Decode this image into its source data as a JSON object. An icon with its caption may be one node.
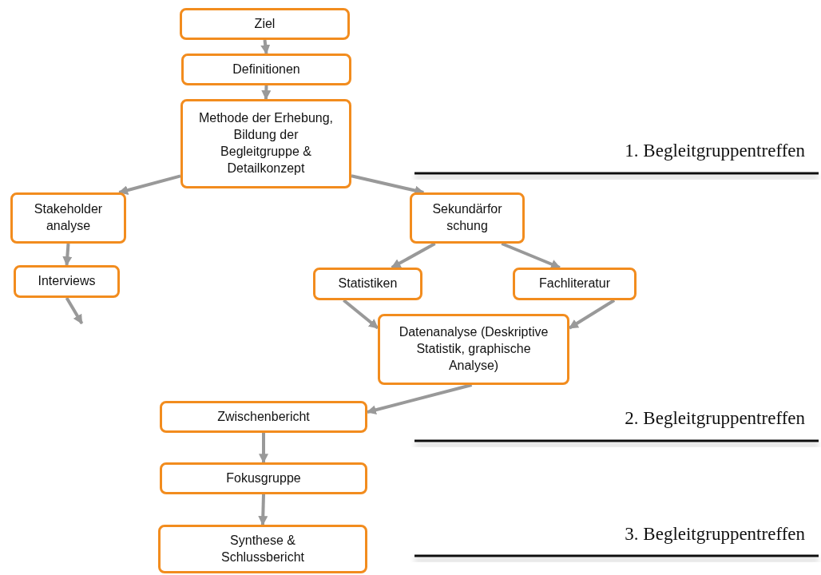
{
  "diagram": {
    "nodes": [
      {
        "text": [
          "Ziel"
        ]
      },
      {
        "text": [
          "Definitionen"
        ]
      },
      {
        "text": [
          "Methode der Erhebung, Bildung der Begleitgruppe & Detailkonzept"
        ]
      },
      {
        "text": [
          "Stakeholder analyse"
        ]
      },
      {
        "text": [
          "Interviews"
        ]
      },
      {
        "text": [
          "Sekundärfor schung"
        ]
      },
      {
        "text": [
          "Statistiken"
        ]
      },
      {
        "text": [
          "Fachliteratur"
        ]
      },
      {
        "text": [
          "Datenanalyse (Deskriptive Statistik, graphische Analyse)"
        ]
      },
      {
        "text": [
          "Zwischenbericht"
        ]
      },
      {
        "text": [
          "Fokusgruppe"
        ]
      },
      {
        "text": [
          "Synthese & Schlussbericht"
        ]
      }
    ],
    "edges": [
      {
        "from": 0,
        "to": 1,
        "arrow": "to"
      },
      {
        "from": 1,
        "to": 2,
        "arrow": "to"
      },
      {
        "from": 2,
        "to": 3,
        "arrow": "to"
      },
      {
        "from": 2,
        "to": 5,
        "arrow": "to"
      },
      {
        "from": 3,
        "to": 4,
        "arrow": "to"
      },
      {
        "from": 4,
        "to": null,
        "arrow": "to"
      },
      {
        "from": 5,
        "to": 6,
        "arrow": "to"
      },
      {
        "from": 5,
        "to": 7,
        "arrow": "to"
      },
      {
        "from": 6,
        "to": 8,
        "arrow": "to"
      },
      {
        "from": 7,
        "to": 8,
        "arrow": "to"
      },
      {
        "from": 8,
        "to": 9,
        "arrow": "to"
      },
      {
        "from": 9,
        "to": 10,
        "arrow": "to"
      },
      {
        "from": 10,
        "to": 11,
        "arrow": "to"
      }
    ],
    "labels": [
      "1. Begleitgruppentreffen",
      "2. Begleitgruppentreffen",
      "3. Begleitgruppentreffen"
    ]
  }
}
